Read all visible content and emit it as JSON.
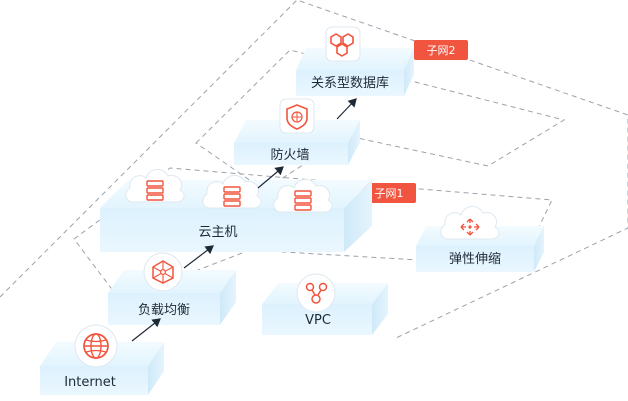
{
  "colors": {
    "accent": "#f2553f",
    "block_top": "#eaf7ff",
    "block_front": "#dff2fd",
    "dash": "#9aa3ab"
  },
  "nodes": {
    "internet": {
      "label": "Internet",
      "icon": "globe-icon"
    },
    "load_balancer": {
      "label": "负载均衡",
      "icon": "load-balancer-icon"
    },
    "vpc": {
      "label": "VPC",
      "icon": "vpc-icon"
    },
    "cloud_host": {
      "label": "云主机",
      "icon": "server-icon"
    },
    "elastic_scaling": {
      "label": "弹性伸缩",
      "icon": "elastic-scaling-icon"
    },
    "firewall": {
      "label": "防火墙",
      "icon": "firewall-icon"
    },
    "database": {
      "label": "关系型数据库",
      "icon": "database-icon"
    }
  },
  "subnets": [
    {
      "label": "子网1"
    },
    {
      "label": "子网2"
    }
  ]
}
